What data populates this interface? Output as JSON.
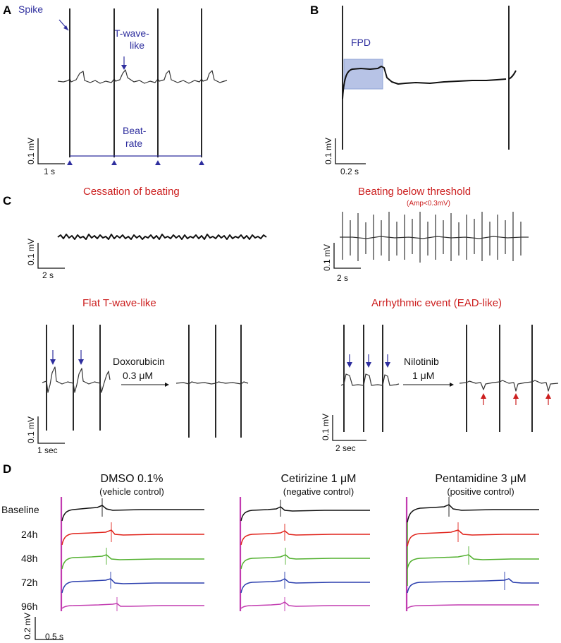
{
  "panels": {
    "A": {
      "letter": "A",
      "spike_label": "Spike",
      "twave_label_1": "T-wave-",
      "twave_label_2": "like",
      "beatrate_label_1": "Beat-",
      "beatrate_label_2": "rate",
      "scale_v": "0.1 mV",
      "scale_t": "1 s"
    },
    "B": {
      "letter": "B",
      "fpd_label": "FPD",
      "scale_v": "0.1 mV",
      "scale_t": "0.2 s"
    },
    "C": {
      "letter": "C",
      "cessation_title": "Cessation of beating",
      "cessation_scale_v": "0.1 mV",
      "cessation_scale_t": "2 s",
      "below_title": "Beating below threshold",
      "below_subtitle": "(Amp<0.3mV)",
      "below_scale_v": "0.1 mV",
      "below_scale_t": "2 s",
      "flat_title": "Flat T-wave-like",
      "flat_drug": "Doxorubicin",
      "flat_dose": "0.3 μM",
      "flat_scale_v": "0.1 mV",
      "flat_scale_t": "1 sec",
      "arr_title": "Arrhythmic event (EAD-like)",
      "arr_drug": "Nilotinib",
      "arr_dose": "1 μM",
      "arr_scale_v": "0.1 mV",
      "arr_scale_t": "2 sec"
    },
    "D": {
      "letter": "D",
      "rows": [
        "Baseline",
        "24h",
        "48h",
        "72h",
        "96h"
      ],
      "row_colors": [
        "#111111",
        "#e0231b",
        "#52b02f",
        "#2b3fae",
        "#c23bb0"
      ],
      "groups": [
        {
          "title": "DMSO 0.1%",
          "subtitle": "(vehicle control)"
        },
        {
          "title": "Cetirizine 1 μM",
          "subtitle": "(negative control)"
        },
        {
          "title": "Pentamidine 3 μM",
          "subtitle": "(positive control)"
        }
      ],
      "scale_v": "0.2 mV",
      "scale_t": "0.5 s"
    }
  },
  "colors": {
    "annotation_blue": "#2e2e9e",
    "title_red": "#cc1f1f",
    "fpd_fill": "#b7c3e6"
  }
}
